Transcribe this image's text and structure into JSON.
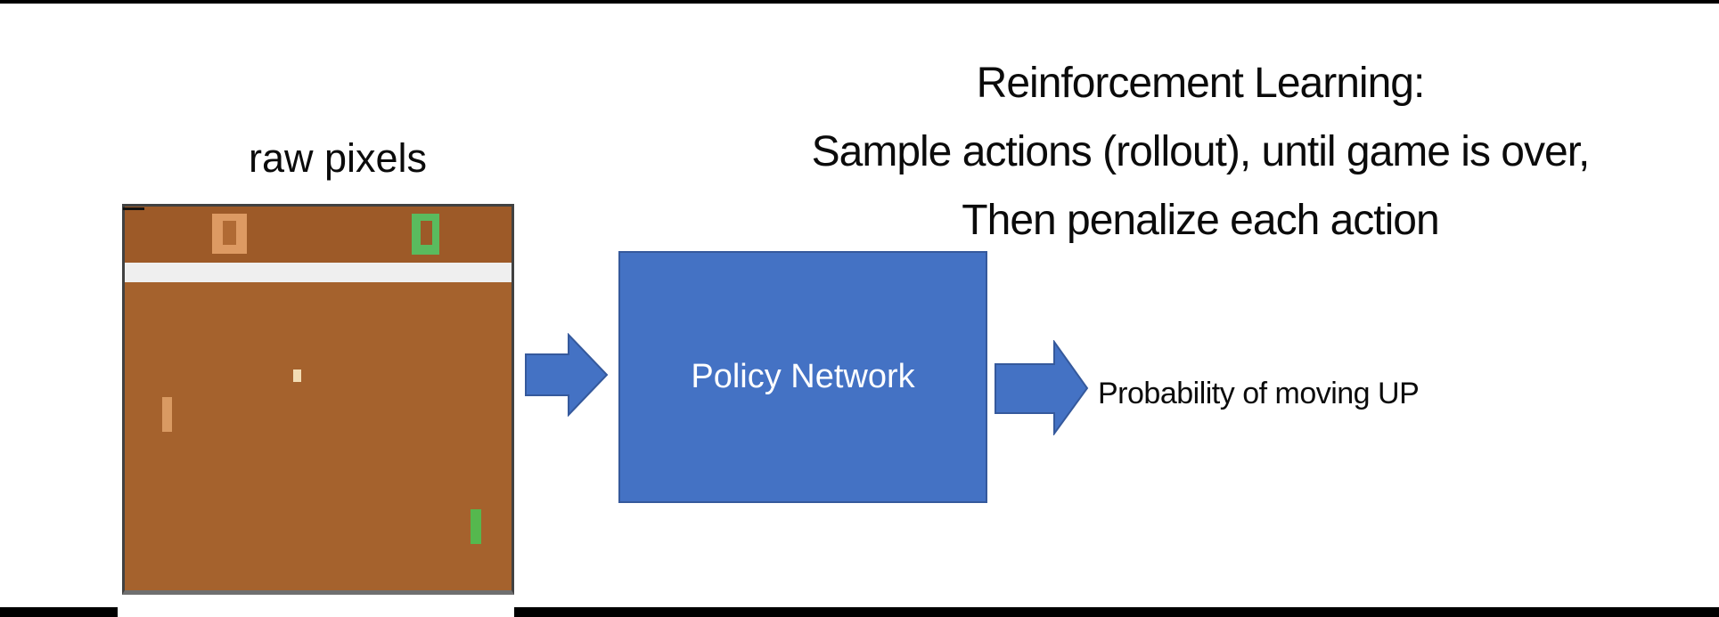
{
  "title": {
    "line1": "Reinforcement Learning:",
    "line2": "Sample actions (rollout), until game is over,",
    "line3": "Then penalize each action"
  },
  "pipeline": {
    "input_label": "raw pixels",
    "network_label": "Policy Network",
    "output_label": "Probability of moving UP"
  },
  "game_screen": {
    "left_score": "0",
    "right_score": "0"
  },
  "colors": {
    "accent-blue": "#4472C4",
    "accent-blue-border": "#35599C",
    "pong-field": "#A5622D",
    "pong-score-area": "#9D5A28",
    "pong-divider": "#EFEFEF",
    "pong-orange": "#DD9A63",
    "pong-orange-hole": "#B06A34",
    "pong-green": "#5ABB5E",
    "pong-paddle-left": "#D99A62",
    "pong-paddle-right": "#55B84E",
    "pong-ball": "#F2DCB3",
    "frame-border": "#414141",
    "frame-border-bottom": "#6F6F6F",
    "bar-black": "#000000"
  }
}
